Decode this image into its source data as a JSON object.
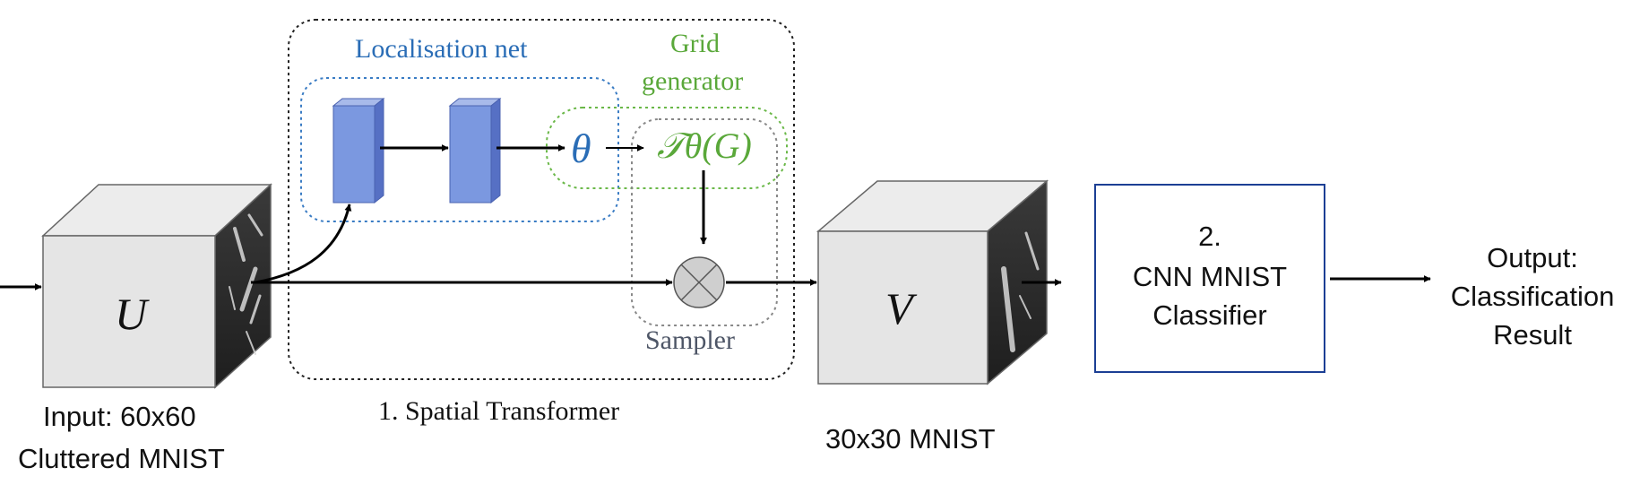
{
  "diagram": {
    "colors": {
      "blue": "#2a6db6",
      "green": "#5aa83a",
      "gray": "#4d5566",
      "navy": "#1c3f94",
      "layer": "#7b98e0"
    },
    "input": {
      "symbol": "U",
      "caption_line1": "Input: 60x60",
      "caption_line2": "Cluttered MNIST"
    },
    "spatial_transformer": {
      "label": "1. Spatial Transformer",
      "localisation_net": "Localisation net",
      "theta": "θ",
      "grid_generator_line1": "Grid",
      "grid_generator_line2": "generator",
      "transform": "𝒯θ(G)",
      "sampler": "Sampler",
      "sampler_icon": "circle-times-icon"
    },
    "output_cube": {
      "symbol": "V",
      "caption": "30x30 MNIST"
    },
    "classifier": {
      "line1": "2.",
      "line2": "CNN MNIST",
      "line3": "Classifier"
    },
    "result": {
      "line1": "Output:",
      "line2": "Classification",
      "line3": "Result"
    }
  }
}
